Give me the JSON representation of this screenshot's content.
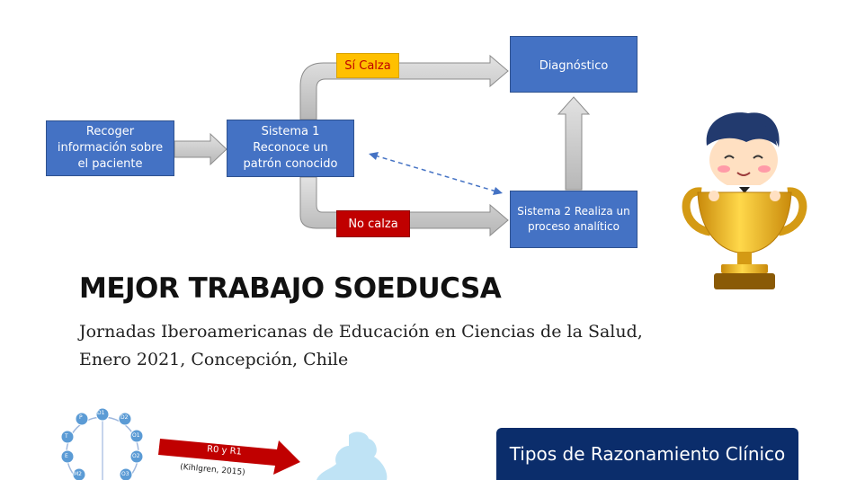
{
  "flowchart": {
    "collect_info": "Recoger información sobre el paciente",
    "system1": "Sistema 1 Reconoce un patrón conocido",
    "fits_label": "Sí Calza",
    "no_fit_label": "No calza",
    "diagnosis": "Diagnóstico",
    "system2": "Sistema 2 Realiza un proceso analítico"
  },
  "award": {
    "title": "MEJOR TRABAJO SOEDUCSA",
    "description": "Jornadas Iberoamericanas de Educación en Ciencias de la Salud, Enero 2021, Concepción, Chile"
  },
  "thumbnail": {
    "circle_nodes": [
      "D1",
      "D2",
      "O1",
      "O2",
      "O3",
      "M2",
      "E",
      "T",
      "P"
    ],
    "arrow_label": "R0 y R1",
    "citation": "(Kihlgren, 2015)"
  },
  "footer": {
    "topic_button_label": "Tipos de Razonamiento Clínico"
  },
  "colors": {
    "box_blue": "#4472c4",
    "fits_yellow": "#ffc000",
    "no_fit_red": "#c00000",
    "button_navy": "#0b2d6b"
  }
}
